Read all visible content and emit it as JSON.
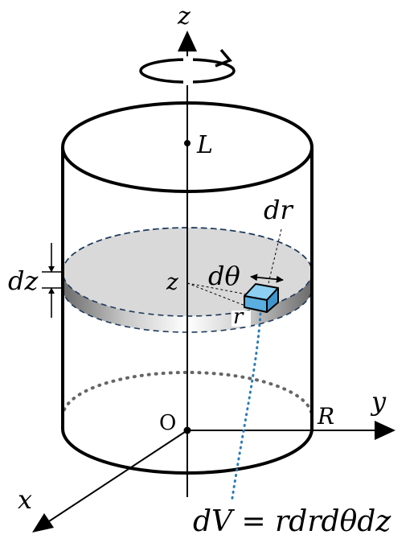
{
  "labels": {
    "z_axis": "z",
    "y_axis": "y",
    "x_axis": "x",
    "length": "L",
    "radius": "R",
    "origin": "O",
    "dz": "dz",
    "dr": "dr",
    "dtheta": "dθ",
    "z_level": "z",
    "r": "r",
    "volume_formula": "dV = rdrdθdz"
  },
  "colors": {
    "outline": "#000000",
    "slice_fill": "#d9d9d9",
    "slice_dash": "#1f3a5c",
    "volume_element": "#5aaee0",
    "pointer_dots": "#2a7ab8",
    "bottom_dots": "#666666"
  },
  "icons": {
    "rotation": "rotation-arrow-icon"
  }
}
